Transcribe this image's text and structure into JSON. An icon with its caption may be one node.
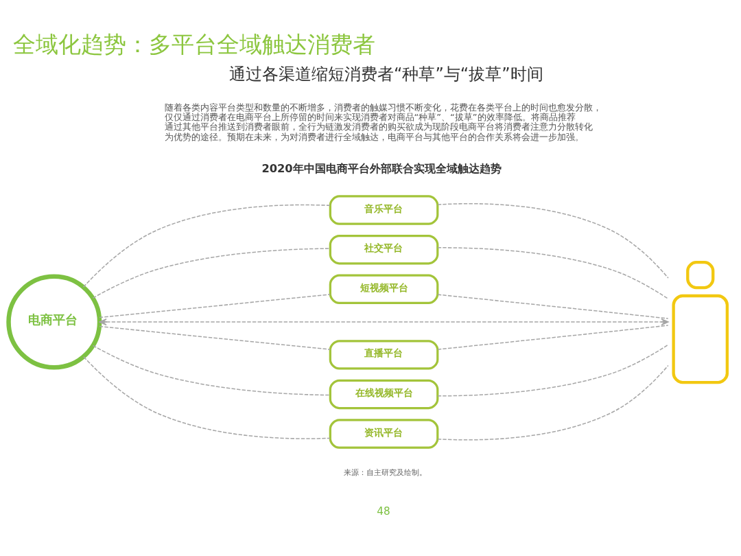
{
  "diagram": {
    "title": "全域化趋势：多平台全域触达消费者",
    "nodes": [
      {
        "text": [
          "电商平台"
        ]
      },
      {
        "text": [
          "音乐平台"
        ]
      },
      {
        "text": [
          "社交平台"
        ]
      },
      {
        "text": [
          "短视频平台"
        ]
      },
      {
        "text": [
          "直播平台"
        ]
      },
      {
        "text": [
          "在线视频平台"
        ]
      },
      {
        "text": [
          "资讯平台"
        ]
      },
      {
        "text": [],
        "shape": "person"
      }
    ],
    "edges": [
      {
        "from": 0,
        "to": 1,
        "arrow": "none",
        "style": "dashed"
      },
      {
        "from": 1,
        "to": 7,
        "arrow": "none",
        "style": "dashed"
      },
      {
        "from": 0,
        "to": 2,
        "arrow": "none",
        "style": "dashed"
      },
      {
        "from": 2,
        "to": 7,
        "arrow": "none",
        "style": "dashed"
      },
      {
        "from": 0,
        "to": 3,
        "arrow": "none",
        "style": "dashed"
      },
      {
        "from": 3,
        "to": 7,
        "arrow": "none",
        "style": "dashed"
      },
      {
        "from": 0,
        "to": 7,
        "arrow": "both",
        "style": "dashed"
      },
      {
        "from": 0,
        "to": 4,
        "arrow": "none",
        "style": "dashed"
      },
      {
        "from": 4,
        "to": 7,
        "arrow": "none",
        "style": "dashed"
      },
      {
        "from": 0,
        "to": 5,
        "arrow": "none",
        "style": "dashed"
      },
      {
        "from": 5,
        "to": 7,
        "arrow": "none",
        "style": "dashed"
      },
      {
        "from": 0,
        "to": 6,
        "arrow": "none",
        "style": "dashed"
      },
      {
        "from": 6,
        "to": 7,
        "arrow": "none",
        "style": "dashed"
      }
    ],
    "labels": [
      "通过各渠道缩短消费者“种草”与“拔草”时间",
      "随着各类内容平台类型和数量的不断增多，消费者的触媒习惯不断变化，花费在各类平台上的时间也愈发分散，仅仅通过消费者在电商平台上所停留的时间来实现消费者对商品“种草”、“拔草”的效率降低。将商品推荐通过其他平台推送到消费者眼前，全行为链激发消费者的购买欲成为现阶段电商平台将消费者注意力分散转化为优势的途径。预期在未来，为对消费者进行全域触达，电商平台与其他平台的合作关系将会进一步加强。",
      "2020年中国电商平台外部联合实现全域触达趋势",
      "来源：自主研究及绘制。",
      "48"
    ]
  }
}
